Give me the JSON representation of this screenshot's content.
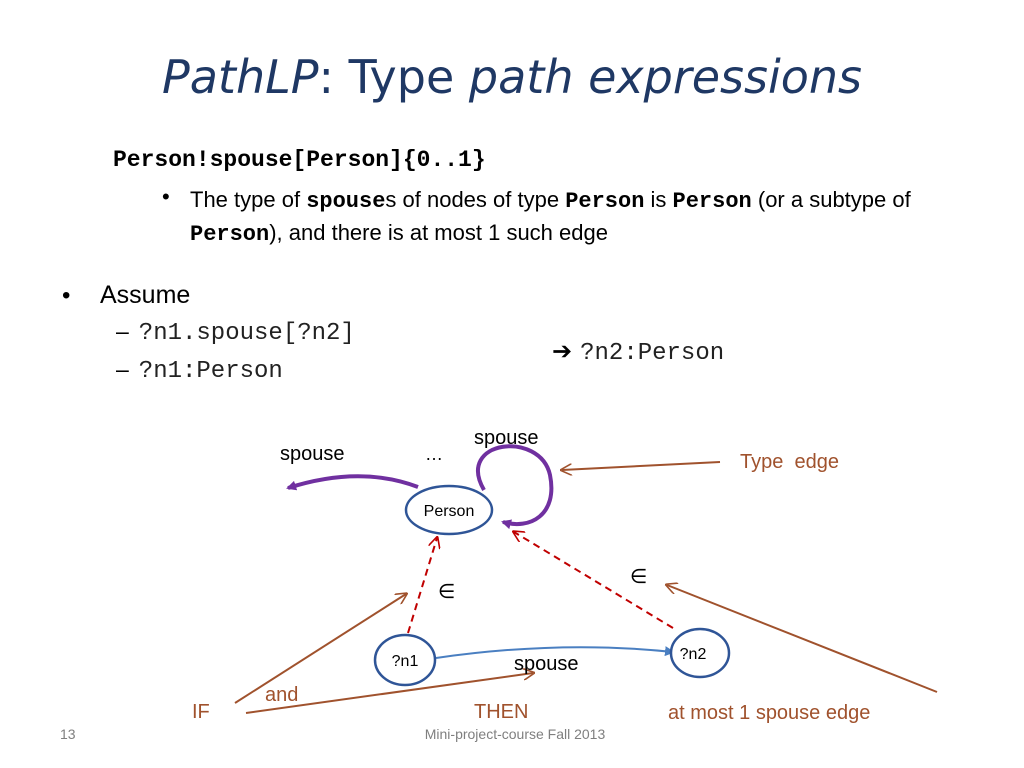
{
  "title": {
    "part1": "PathLP",
    "part2": ": Type ",
    "part3": "path expressions"
  },
  "code_line": "Person!spouse[Person]{0..1}",
  "sub_bullet": {
    "symbol": "•",
    "t1": "The type of ",
    "c1": "spouse",
    "t2": "s of nodes of type ",
    "c2": "Person",
    "t3": "  is ",
    "c3": "Person",
    "t4": " (or a subtype of ",
    "c4": "Person",
    "t5": "), and  there is at most 1 such edge"
  },
  "bullet": {
    "symbol": "•",
    "label": "Assume",
    "items": [
      {
        "dash": "–",
        "code": "?n1.spouse[?n2]"
      },
      {
        "dash": "–",
        "code": "?n1:Person"
      }
    ]
  },
  "conclusion": {
    "arrow": "➔",
    "code": "?n2:Person"
  },
  "diagram": {
    "nodes": {
      "person": "Person",
      "n1": "?n1",
      "n2": "?n2"
    },
    "labels": {
      "spouse_left": "spouse",
      "ellipsis": "…",
      "spouse_loop": "spouse",
      "type_edge": "Type  edge",
      "member1": "∈",
      "member2": "∈",
      "spouse_bottom": "spouse",
      "if_label": "IF",
      "and_label": "and",
      "then_label": "THEN",
      "at_most": "at most 1 spouse edge"
    },
    "colors": {
      "node_border": "#2f5597",
      "purple": "#7030a0",
      "brown": "#a0522d",
      "red_dashed": "#c00000",
      "blue_edge": "#4a7fc1",
      "annotation": "#a0522d"
    }
  },
  "footer": {
    "page": "13",
    "course": "Mini-project-course Fall 2013"
  }
}
